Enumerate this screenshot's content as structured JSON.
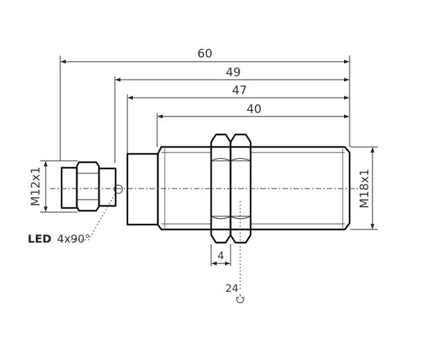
{
  "dimensions": {
    "overall_length": "60",
    "length_49": "49",
    "length_47": "47",
    "thread_length": "40",
    "nut_thickness": "4",
    "wrench_size": "24",
    "connector_thread": "M12x1",
    "body_thread": "M18x1"
  },
  "led_label": {
    "prefix": "LED",
    "spec": "4x90°"
  },
  "icons": {
    "wrench": "wrench-icon"
  },
  "colors": {
    "line": "#111111",
    "text": "#333333"
  }
}
